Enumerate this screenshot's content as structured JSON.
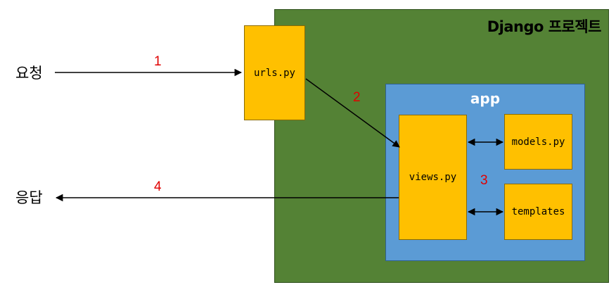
{
  "diagram": {
    "project_title": "Django 프로젝트",
    "app_title": "app",
    "request_label": "요청",
    "response_label": "응답",
    "files": {
      "urls": "urls.py",
      "views": "views.py",
      "models": "models.py",
      "templates": "templates"
    },
    "steps": [
      "1",
      "2",
      "3",
      "4"
    ]
  },
  "colors": {
    "project_bg": "#548235",
    "app_bg": "#5b9bd5",
    "file_bg": "#ffc000",
    "step_number": "#e00000"
  }
}
